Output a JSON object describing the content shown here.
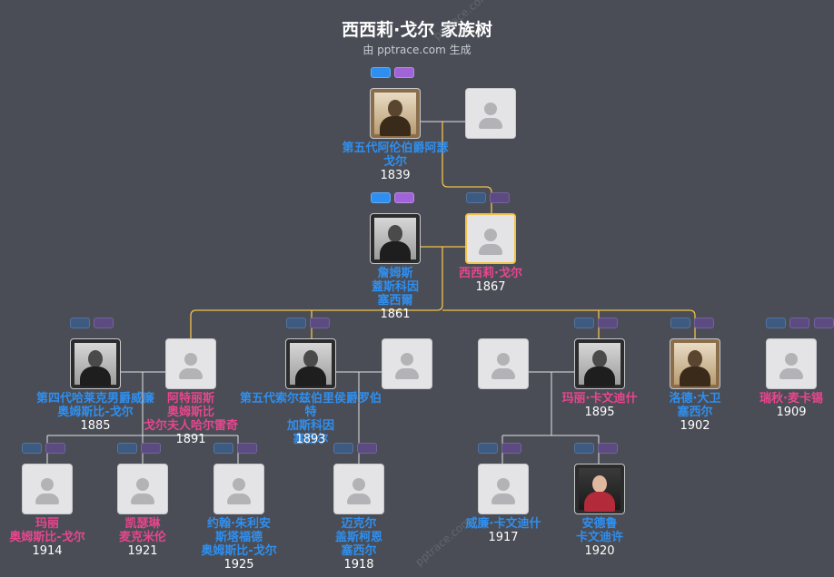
{
  "header": {
    "title": "西西莉·戈尔 家族树",
    "subtitle": "由 pptrace.com 生成"
  },
  "colors": {
    "background": "#4a4d55",
    "line": "#e2e2e2",
    "highlight_line": "#f0c24a",
    "male": "#2f8ff0",
    "female": "#e8468e"
  },
  "watermark": "pptrace.com",
  "people": [
    {
      "id": "arthur",
      "name_lines": [
        "第五代阿伦伯爵阿瑟",
        "戈尔"
      ],
      "year": "1839",
      "gender": "m",
      "photo": "sepia-photo"
    },
    {
      "id": "arthur-spouse",
      "name_lines": [],
      "year": "",
      "gender": "f",
      "photo": "placeholder"
    },
    {
      "id": "james",
      "name_lines": [
        "詹姆斯",
        "蓋斯科因",
        "塞西爾"
      ],
      "year": "1861",
      "gender": "m",
      "photo": "bw-photo"
    },
    {
      "id": "cecily",
      "name_lines": [
        "西西莉·戈尔"
      ],
      "year": "1867",
      "gender": "f",
      "photo": "placeholder"
    },
    {
      "id": "lord-harlech",
      "name_lines": [
        "第四代哈莱克男爵威廉",
        "奥姆斯比-戈尔"
      ],
      "year": "1885",
      "gender": "m",
      "photo": "bw-photo"
    },
    {
      "id": "beatrice",
      "name_lines": [
        "阿特丽斯",
        "奥姆斯比",
        "戈尔夫人哈尔雷奇"
      ],
      "year": "1891",
      "gender": "f",
      "photo": "placeholder"
    },
    {
      "id": "robert",
      "name_lines": [
        "第五代索尔兹伯里侯爵罗伯特",
        "加斯科因",
        "塞西尔"
      ],
      "year": "1893",
      "gender": "m",
      "photo": "bw-photo"
    },
    {
      "id": "robert-spouse",
      "name_lines": [],
      "year": "",
      "gender": "f",
      "photo": "placeholder"
    },
    {
      "id": "mary-spouse",
      "name_lines": [],
      "year": "",
      "gender": "m",
      "photo": "placeholder"
    },
    {
      "id": "mary-cavendish",
      "name_lines": [
        "玛丽·卡文迪什"
      ],
      "year": "1895",
      "gender": "f",
      "photo": "bw-photo"
    },
    {
      "id": "david",
      "name_lines": [
        "洛德·大卫",
        "塞西尔"
      ],
      "year": "1902",
      "gender": "m",
      "photo": "sepia-photo"
    },
    {
      "id": "rachel",
      "name_lines": [
        "瑞秋·麦卡锡"
      ],
      "year": "1909",
      "gender": "f",
      "photo": "placeholder"
    },
    {
      "id": "mary-og",
      "name_lines": [
        "玛丽",
        "奥姆斯比-戈尔"
      ],
      "year": "1914",
      "gender": "f",
      "photo": "placeholder"
    },
    {
      "id": "kathleen",
      "name_lines": [
        "凯瑟琳",
        "麦克米伦"
      ],
      "year": "1921",
      "gender": "f",
      "photo": "placeholder"
    },
    {
      "id": "john",
      "name_lines": [
        "约翰·朱利安",
        "斯塔福德",
        "奥姆斯比-戈尔"
      ],
      "year": "1925",
      "gender": "m",
      "photo": "placeholder"
    },
    {
      "id": "michael",
      "name_lines": [
        "迈克尔",
        "盖斯柯恩",
        "塞西尔"
      ],
      "year": "1918",
      "gender": "m",
      "photo": "placeholder"
    },
    {
      "id": "william",
      "name_lines": [
        "威廉·卡文迪什"
      ],
      "year": "1917",
      "gender": "m",
      "photo": "placeholder"
    },
    {
      "id": "andrew",
      "name_lines": [
        "安德鲁",
        "卡文迪许"
      ],
      "year": "1920",
      "gender": "m",
      "photo": "red-photo"
    }
  ]
}
